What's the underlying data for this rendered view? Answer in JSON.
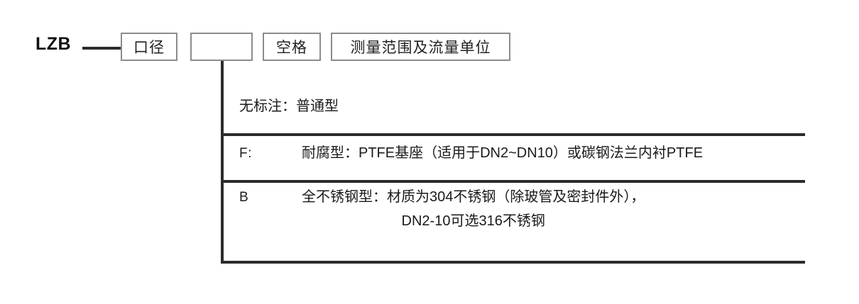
{
  "diagram": {
    "prefix": "LZB",
    "code_boxes": [
      {
        "id": "caliber",
        "label": "口径"
      },
      {
        "id": "type",
        "label": ""
      },
      {
        "id": "space",
        "label": "空格"
      },
      {
        "id": "range_unit",
        "label": "测量范围及流量单位"
      }
    ],
    "rows": [
      {
        "id": "plain",
        "key": "",
        "text": "无标注：普通型",
        "text_line2": ""
      },
      {
        "id": "corrosion",
        "key": "F:",
        "text": "耐腐型：PTFE基座（适用于DN2~DN10）或碳钢法兰内衬PTFE",
        "text_line2": ""
      },
      {
        "id": "stainless",
        "key": "B",
        "text": "全不锈钢型：材质为304不锈钢（除玻管及密封件外），",
        "text_line2": "DN2-10可选316不锈钢"
      }
    ],
    "colors": {
      "line": "#2b2b2b",
      "box_border": "#8c8c8c",
      "text": "#1a1a1a",
      "background": "#ffffff"
    }
  }
}
